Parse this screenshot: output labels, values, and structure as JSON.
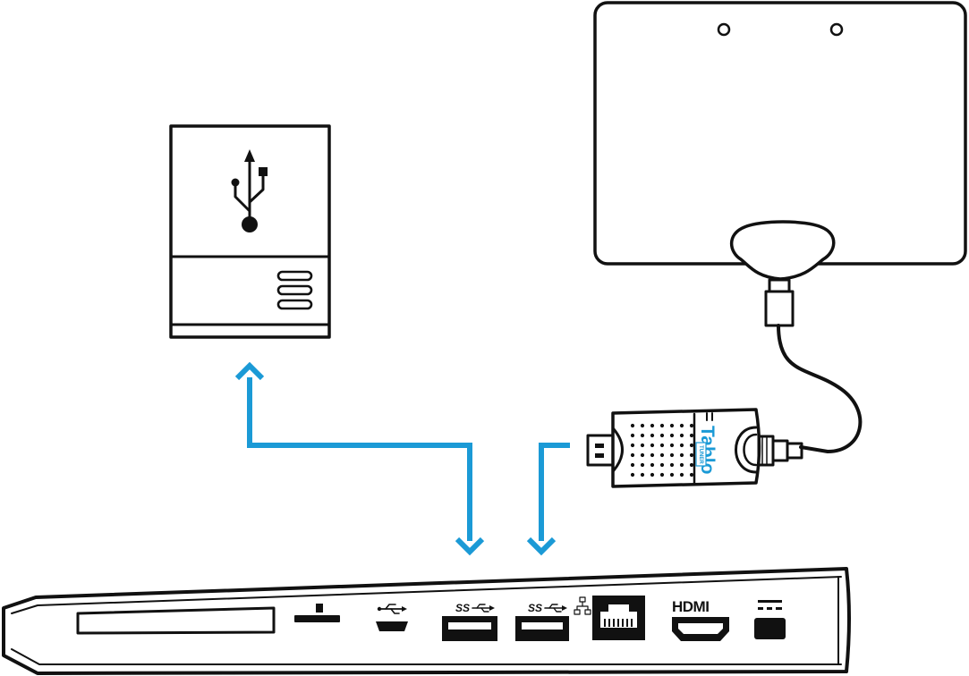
{
  "tuner": {
    "brand": "Tablo",
    "sub_label": "TUNER"
  },
  "ports": {
    "usb3_label_a": "SS",
    "usb3_label_b": "SS",
    "hdmi_label": "HDMI"
  },
  "colors": {
    "arrow": "#1b9ad6",
    "tuner_brand": "#1b9ad6",
    "outline": "#111111"
  },
  "icons": {
    "storage_drive": "usb-trident-icon",
    "antenna": "flat-antenna-icon",
    "laptop_ports": [
      "sd-card-icon",
      "micro-usb-icon",
      "usb3-icon",
      "usb3-icon",
      "ethernet-icon",
      "hdmi-icon",
      "dc-power-icon"
    ]
  }
}
